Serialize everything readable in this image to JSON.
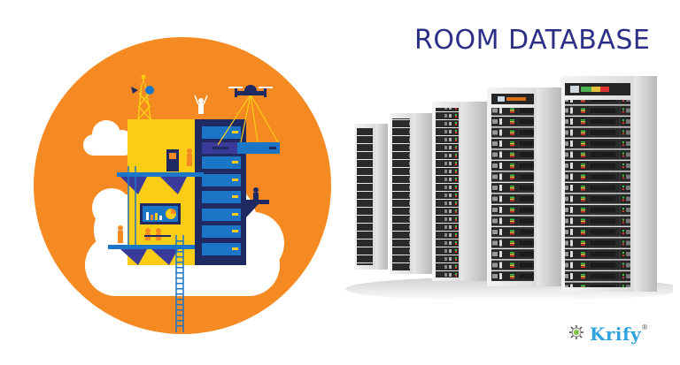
{
  "banner": {
    "title": "ROOM DATABASE",
    "brand": {
      "name": "Krify",
      "registered_mark": "®",
      "icon": "gear-eye-icon",
      "color": "#2ea3dd"
    },
    "colors": {
      "title": "#2b2f86",
      "circle": "#f48a21",
      "building_yellow": "#fbcd16",
      "building_navy": "#1f2a63",
      "panel_blue": "#1b76c8",
      "cloud": "#ffffff"
    },
    "illustration": {
      "name": "cloud-data-center-illustration",
      "elements": [
        "antenna-tower",
        "satellite-dishes",
        "person-cheering",
        "drone",
        "server-tower",
        "cloud",
        "ladders",
        "chart-monitor",
        "workers-at-desks"
      ]
    },
    "photo": {
      "name": "server-racks-photo",
      "rack_count": 5
    }
  }
}
